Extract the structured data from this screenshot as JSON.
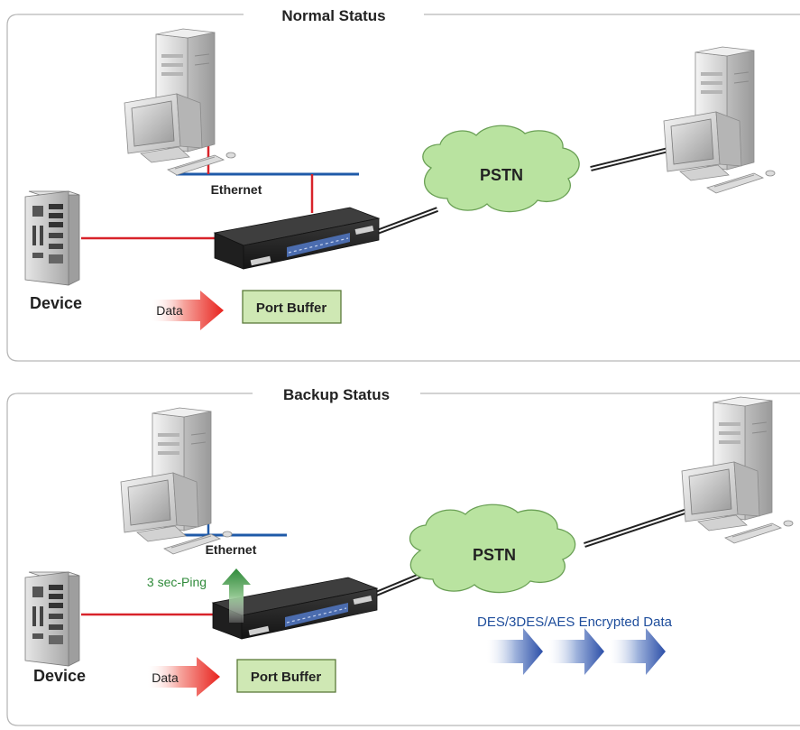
{
  "panels": [
    {
      "title": "Normal Status",
      "ethernet_label": "Ethernet",
      "device_label": "Device",
      "data_label": "Data",
      "port_buffer_label": "Port Buffer",
      "pstn_label": "PSTN"
    },
    {
      "title": "Backup Status",
      "ethernet_label": "Ethernet",
      "device_label": "Device",
      "data_label": "Data",
      "port_buffer_label": "Port Buffer",
      "pstn_label": "PSTN",
      "ping_label": "3 sec-Ping",
      "encrypted_label": "DES/3DES/AES Encrypted Data"
    }
  ],
  "colors": {
    "panel_border": "#b8b8b8",
    "ethernet_line": "#1f5aa8",
    "serial_line": "#d8232a",
    "cloud_fill": "#b9e3a0",
    "cloud_stroke": "#6aa055",
    "buffer_fill": "#cfe8b4",
    "buffer_stroke": "#5a7a3a",
    "data_arrow": "#e8231e",
    "ping_arrow": "#2f8a3a",
    "ping_text": "#2f8a3a",
    "encrypted_text": "#1f4e9c",
    "encrypted_arrow": "#2c4fa8"
  },
  "icons": [
    "computer-tower-icon",
    "crt-monitor-icon",
    "keyboard-icon",
    "mouse-icon",
    "server-rack-icon",
    "device-server-icon",
    "cloud-icon",
    "arrow-right-icon",
    "arrow-up-icon"
  ]
}
